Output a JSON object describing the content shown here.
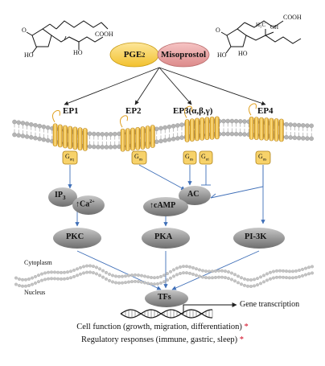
{
  "drugs": {
    "pge2": "PGE",
    "pge2_sub": "2",
    "misoprostol": "Misoprostol"
  },
  "molecules": {
    "pge2_chem": {
      "ho1": "HO",
      "ho2": "HO",
      "o": "O",
      "cooh": "COOH"
    },
    "miso_chem": {
      "ho1": "HO",
      "ho2": "HO",
      "o": "O",
      "cooh": "COOH",
      "ch3": "H₃C",
      "oh": "OH"
    }
  },
  "receptors": [
    {
      "id": "ep1",
      "label": "EP1"
    },
    {
      "id": "ep2",
      "label": "EP2"
    },
    {
      "id": "ep3",
      "label": "EP3(α,β,γ)"
    },
    {
      "id": "ep4",
      "label": "EP4"
    }
  ],
  "gproteins": {
    "gq": {
      "main": "G",
      "sub": "αq"
    },
    "gs1": {
      "main": "G",
      "sub": "αs"
    },
    "gs2": {
      "main": "G",
      "sub": "αs"
    },
    "gi": {
      "main": "G",
      "sub": "αi"
    },
    "gs3": {
      "main": "G",
      "sub": "αs"
    }
  },
  "second_messengers": {
    "ip3": "IP",
    "ip3_sub": "3",
    "ca": "↑Ca",
    "ca_sup": "2+",
    "ac": "AC",
    "camp": "↑cAMP"
  },
  "kinases": {
    "pkc": "PKC",
    "pka": "PKA",
    "pi3k": "PI-3K"
  },
  "compartments": {
    "cytoplasm": "Cytoplasm",
    "nucleus": "Nucleus"
  },
  "tfs": "TFs",
  "gene_transcription": "Gene transcription",
  "outcomes": {
    "line1": "Cell function (growth, migration, differentiation)",
    "line2": "Regulatory responses (immune, gastric, sleep)",
    "star": "*"
  },
  "colors": {
    "pge2_fill": "#f7cf3d",
    "miso_fill": "#e89a9a",
    "receptor": "#f2c14e",
    "receptor_dark": "#c48a12",
    "gray_node": "#8f8f8f",
    "arrow_blue": "#3f6fb8",
    "star": "#d0021b"
  }
}
